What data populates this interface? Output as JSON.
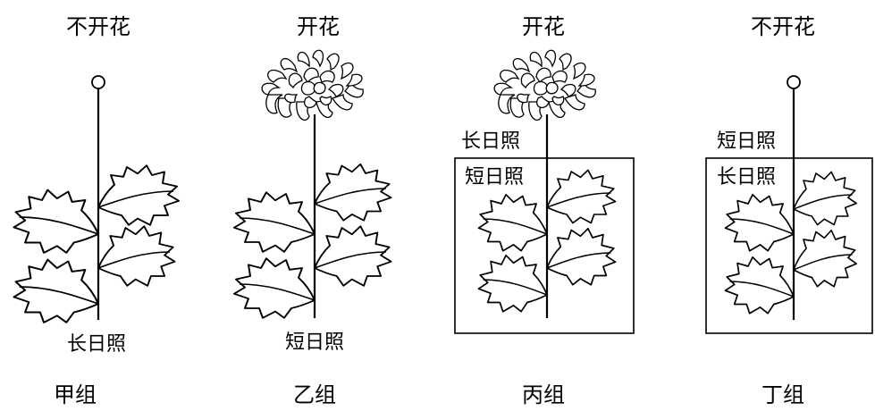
{
  "groups": [
    {
      "id": "jia",
      "label": "甲组",
      "state": "不开花",
      "conditions": [
        "长日照"
      ]
    },
    {
      "id": "yi",
      "label": "乙组",
      "state": "开花",
      "conditions": [
        "短日照"
      ]
    },
    {
      "id": "bing",
      "label": "丙组",
      "state": "开花",
      "conditions": [
        "长日照",
        "短日照"
      ]
    },
    {
      "id": "ding",
      "label": "丁组",
      "state": "不开花",
      "conditions": [
        "短日照",
        "长日照"
      ]
    }
  ]
}
